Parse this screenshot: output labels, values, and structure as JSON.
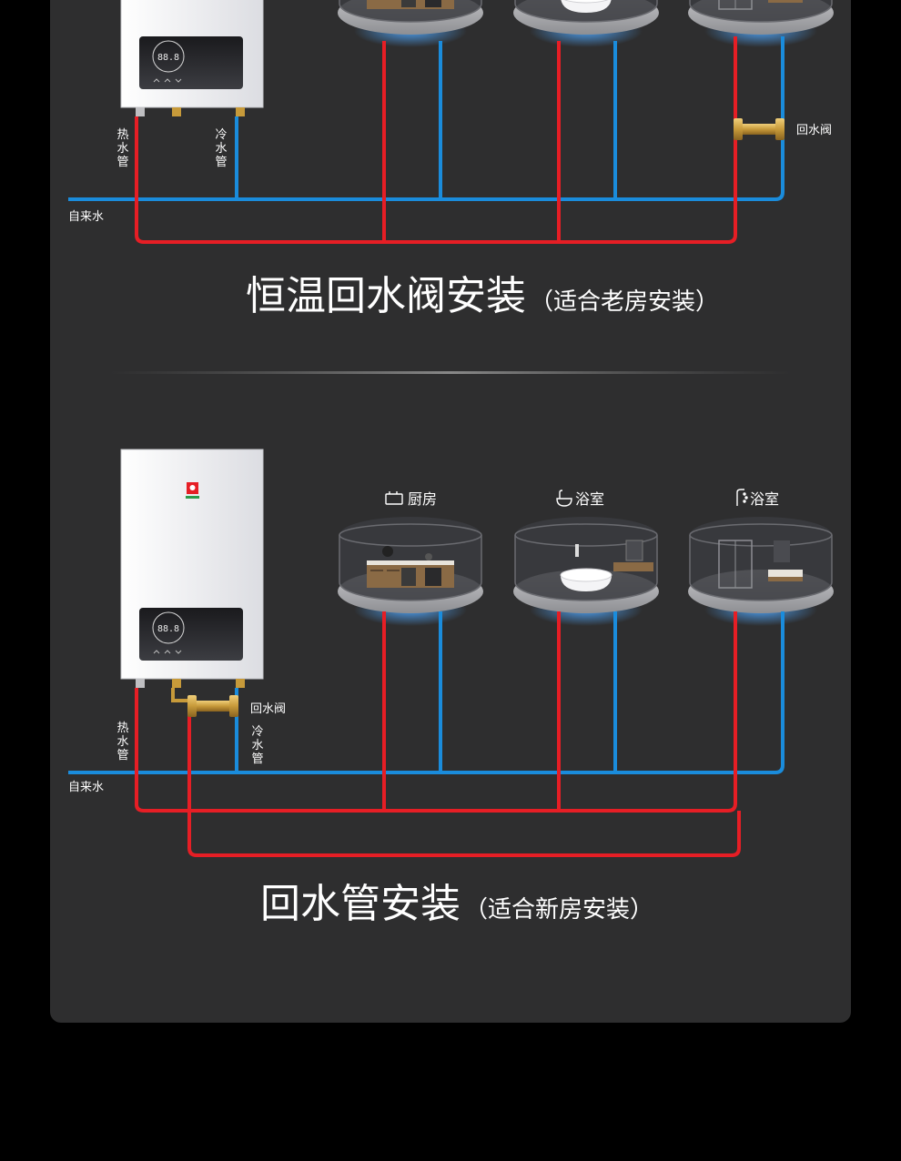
{
  "colors": {
    "hot": "#e61e25",
    "cold": "#1a8cdc",
    "card": "#2e2e2f",
    "brass": "#c79a3a"
  },
  "section1": {
    "title": "恒温回水阀安装",
    "subtitle": "（适合老房安装）",
    "labels": {
      "hot_pipe": "热水管",
      "cold_pipe": "冷水管",
      "tap_water": "自来水",
      "return_valve": "回水阀"
    }
  },
  "section2": {
    "title": "回水管安装",
    "subtitle": "（适合新房安装）",
    "labels": {
      "hot_pipe": "热水管",
      "cold_pipe": "冷水管",
      "tap_water": "自来水",
      "return_valve": "回水阀"
    },
    "rooms": [
      {
        "label": "厨房",
        "icon": "stove-icon"
      },
      {
        "label": "浴室",
        "icon": "bathtub-icon"
      },
      {
        "label": "浴室",
        "icon": "shower-icon"
      }
    ]
  }
}
